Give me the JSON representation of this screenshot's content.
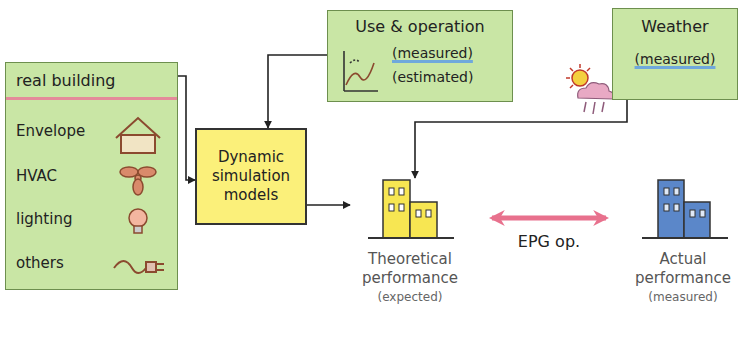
{
  "diagram": {
    "nodes": [
      {
        "text": [
          "real building",
          "Envelope",
          "HVAC",
          "lighting",
          "others"
        ]
      },
      {
        "text": [
          "Dynamic simulation models"
        ]
      },
      {
        "text": [
          "Use & operation",
          "(measured)",
          "(estimated)"
        ]
      },
      {
        "text": [
          "Weather",
          "(measured)"
        ]
      },
      {
        "text": [
          "Theoretical performance",
          "(expected)"
        ]
      },
      {
        "text": [
          "Actual performance",
          "(measured)"
        ]
      }
    ],
    "edges": [
      {
        "from": 0,
        "to": 1,
        "arrow": "to"
      },
      {
        "from": 2,
        "to": 1,
        "arrow": "to"
      },
      {
        "from": 1,
        "to": 4,
        "arrow": "to"
      },
      {
        "from": 3,
        "to": 4,
        "arrow": "to"
      },
      {
        "from": 4,
        "to": 5,
        "label": "EPG op.",
        "arrow": "both"
      }
    ]
  }
}
